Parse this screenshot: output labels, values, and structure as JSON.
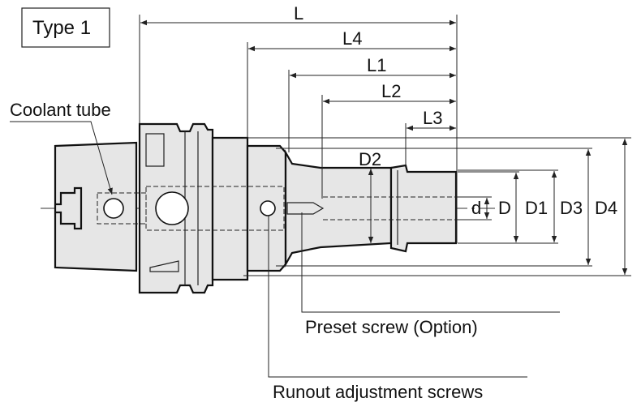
{
  "diagram": {
    "type_label": "Type 1",
    "callouts": {
      "coolant_tube": "Coolant tube",
      "preset_screw": "Preset screw (Option)",
      "runout_screws": "Runout adjustment screws"
    },
    "length_dims": [
      "L",
      "L4",
      "L1",
      "L2",
      "L3"
    ],
    "diameter_dims": [
      "D2",
      "d",
      "D",
      "D1",
      "D3",
      "D4"
    ]
  }
}
